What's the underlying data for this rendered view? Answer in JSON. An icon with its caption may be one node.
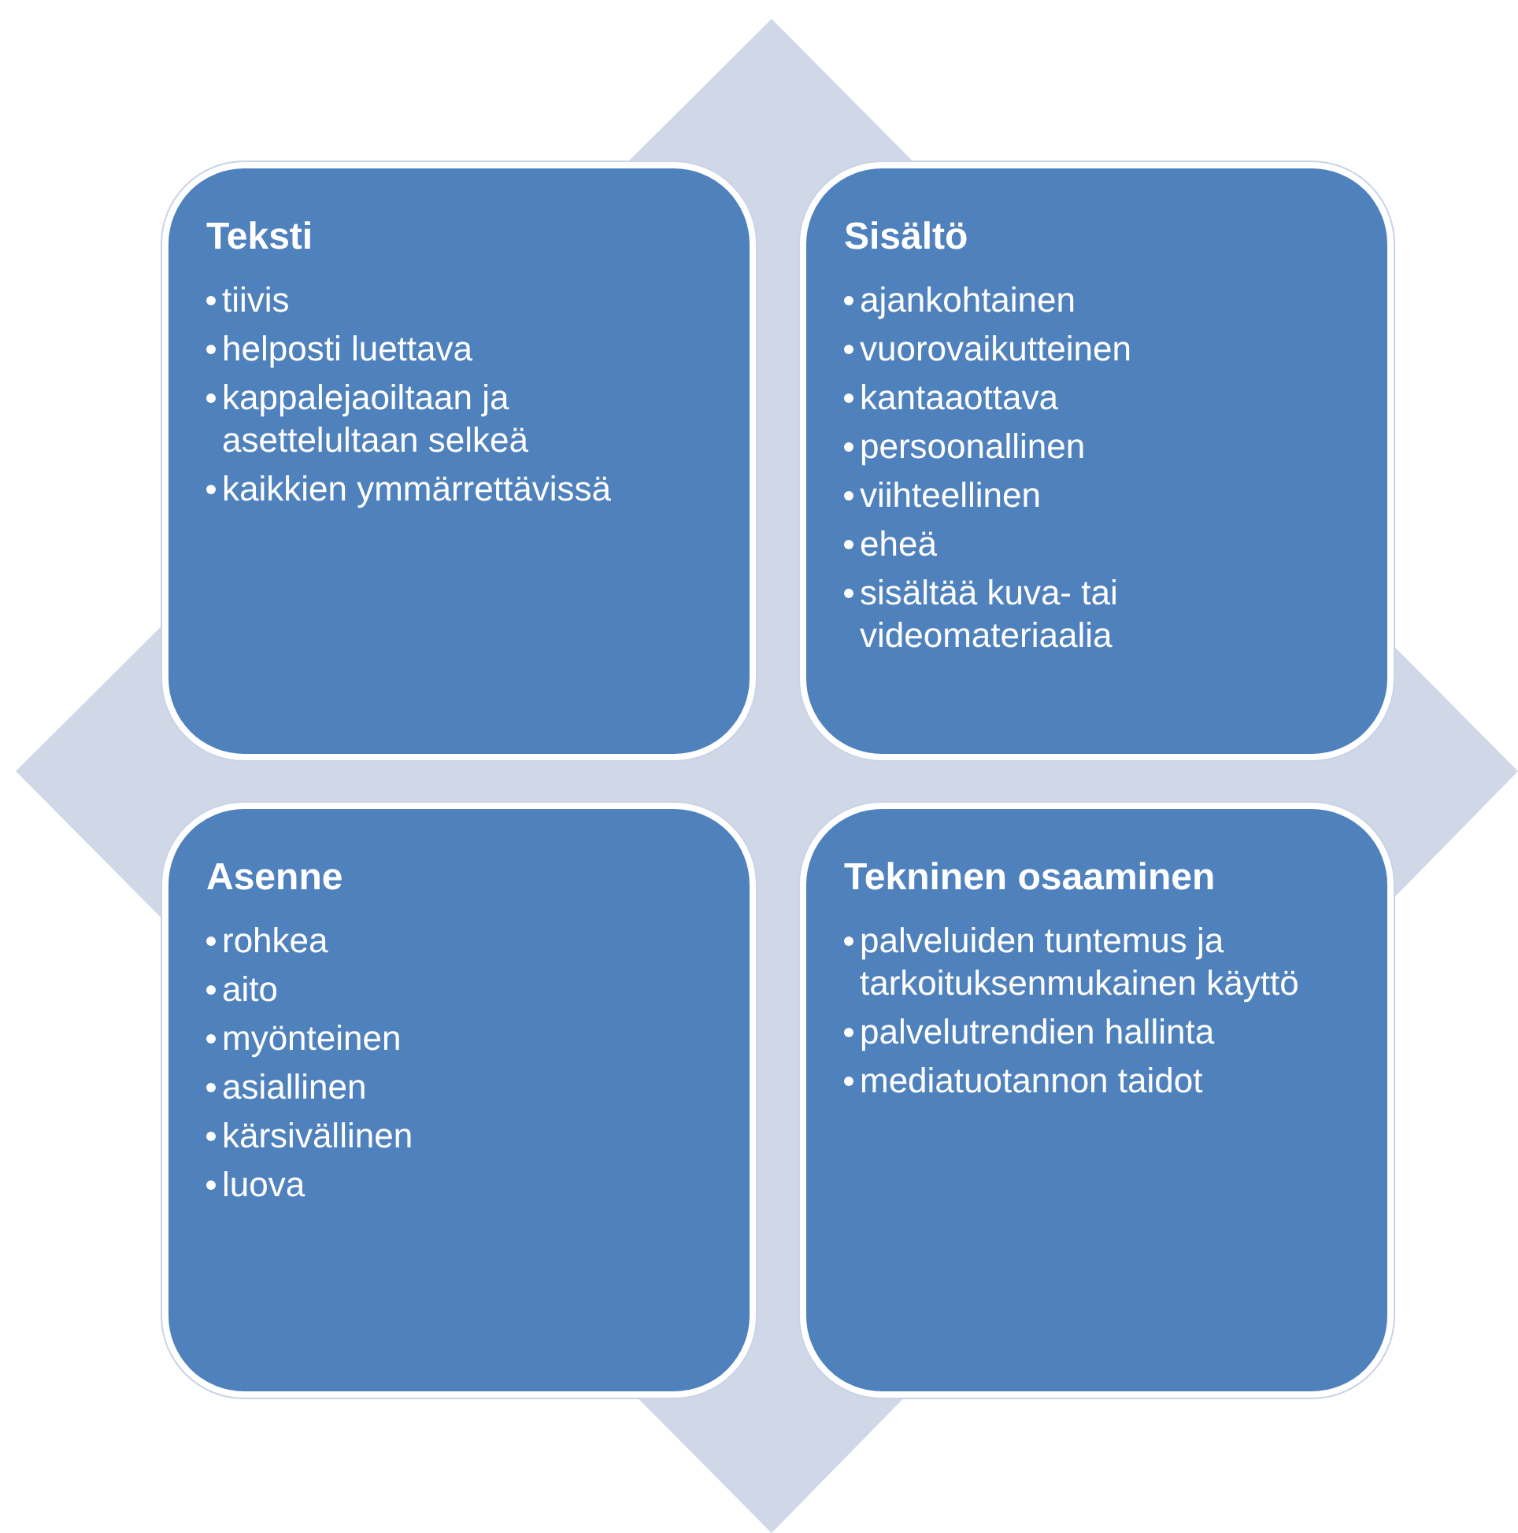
{
  "diagram": {
    "nodes": [
      {
        "text": [
          "Teksti",
          "tiivis",
          "helposti luettava",
          "kappalejaoiltaan ja asettelultaan selkeä",
          "kaikkien ymmärrettävissä"
        ]
      },
      {
        "text": [
          "Sisältö",
          "ajankohtainen",
          "vuorovaikutteinen",
          "kantaaottava",
          "persoonallinen",
          "viihteellinen",
          "eheä",
          "sisältää kuva- tai videomateriaalia"
        ]
      },
      {
        "text": [
          "Asenne",
          "rohkea",
          "aito",
          "myönteinen",
          "asiallinen",
          "kärsivällinen",
          "luova"
        ]
      },
      {
        "text": [
          "Tekninen osaaminen",
          "palveluiden tuntemus ja tarkoituksenmukainen käyttö",
          "palvelutrendien hallinta",
          "mediatuotannon taidot"
        ]
      }
    ]
  }
}
